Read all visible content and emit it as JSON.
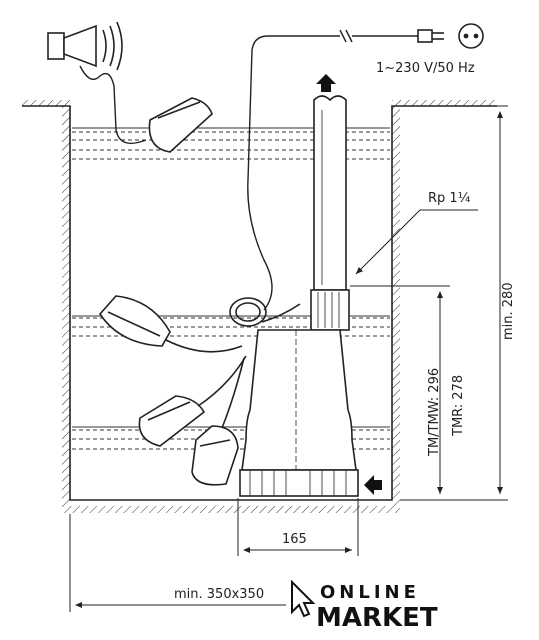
{
  "labels": {
    "power": "1~230 V/50 Hz",
    "pipe_thread": "Rp 1¼",
    "min_height": "min. 280",
    "tm_height": "TM/TMW: 296",
    "tmr_height": "TMR: 278",
    "pump_width": "165",
    "pit_width": "min. 350x350"
  },
  "brand": {
    "line1": "ONLINE",
    "line2": "MARKET"
  },
  "icons": [
    "alarm-horn-icon",
    "power-plug-icon",
    "flow-up-arrow-icon",
    "inlet-arrow-icon",
    "cursor-logo-icon"
  ]
}
